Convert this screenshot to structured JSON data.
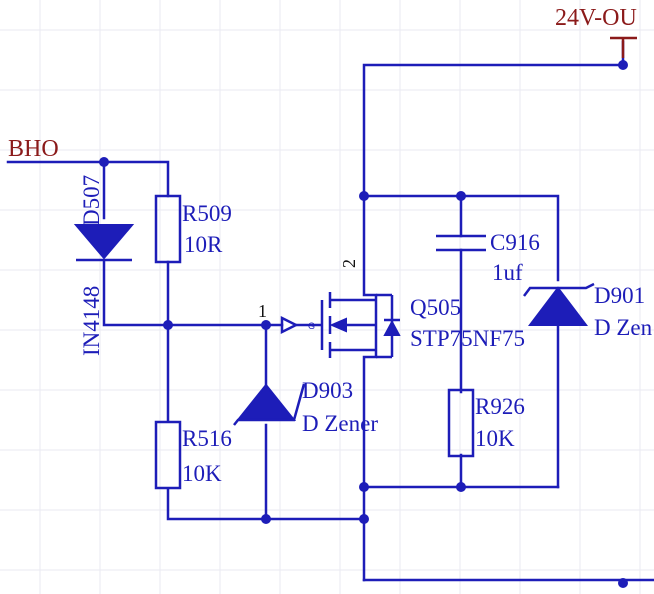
{
  "nets": {
    "bho": "BHO",
    "supply": "24V-OU"
  },
  "components": {
    "d507": {
      "ref": "D507",
      "value": "IN4148"
    },
    "r509": {
      "ref": "R509",
      "value": "10R"
    },
    "r516": {
      "ref": "R516",
      "value": "10K"
    },
    "d903": {
      "ref": "D903",
      "value": "D Zener"
    },
    "q505": {
      "ref": "Q505",
      "value": "STP75NF75",
      "gate_pin": "G"
    },
    "c916": {
      "ref": "C916",
      "value": "1uf"
    },
    "r926": {
      "ref": "R926",
      "value": "10K"
    },
    "d901": {
      "ref": "D901",
      "value": "D Zen"
    }
  },
  "pins": {
    "gate": "1",
    "drain": "2"
  },
  "colors": {
    "wire": "#1d1db8",
    "net_label": "#8b1a1a",
    "pin_number": "#111111",
    "background": "#ffffff"
  }
}
